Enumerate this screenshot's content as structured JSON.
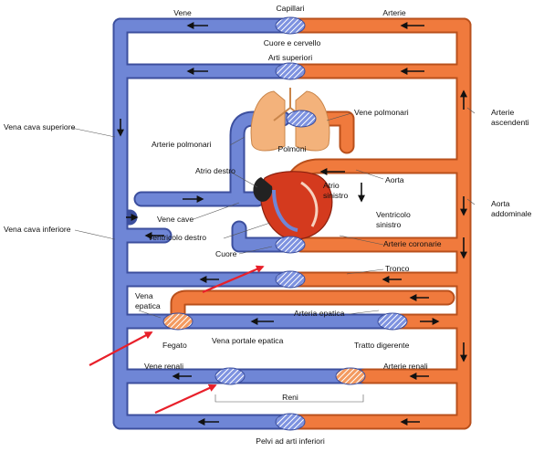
{
  "labels": {
    "vene": "Vene",
    "capillari": "Capillari",
    "arterie": "Arterie",
    "cuore_cervello": "Cuore e cervello",
    "arti_superiori": "Arti superiori",
    "vena_cava_superiore": "Vena cava superiore",
    "vene_polmonari": "Vene polmonari",
    "arterie_ascendenti_1": "Arterie",
    "arterie_ascendenti_2": "ascendenti",
    "arterie_polmonari": "Arterie polmonari",
    "polmoni": "Polmoni",
    "atrio_destro": "Atrio destro",
    "aorta": "Aorta",
    "atrio_sinistro_1": "Atrio",
    "atrio_sinistro_2": "sinistro",
    "aorta_addominale_1": "Aorta",
    "aorta_addominale_2": "addominale",
    "vena_cava_inferiore": "Vena cava inferiore",
    "vene_cave": "Vene cave",
    "ventricolo_sinistro_1": "Ventricolo",
    "ventricolo_sinistro_2": "sinistro",
    "ventricolo_destro": "Ventricolo destro",
    "arterie_coronarie": "Arterie coronarie",
    "cuore": "Cuore",
    "tronco": "Tronco",
    "vena_epatica_1": "Vena",
    "vena_epatica_2": "epatica",
    "arteria_epatica": "Arteria epatica",
    "fegato": "Fegato",
    "vena_portale_epatica": "Vena portale epatica",
    "tratto_digerente": "Tratto digerente",
    "vene_renali": "Vene renali",
    "arterie_renali": "Arterie renali",
    "reni": "Reni",
    "pelvi_arti_inferiori": "Pelvi ad arti inferiori"
  },
  "colors": {
    "venous_blue": "#6f86d6",
    "venous_outline": "#3c4f9e",
    "arterial_orange": "#f07a3d",
    "arterial_outline": "#b9501c",
    "lung_tan": "#f3b27b",
    "heart_red": "#d43a1e",
    "annotation_red": "#e8202a"
  }
}
